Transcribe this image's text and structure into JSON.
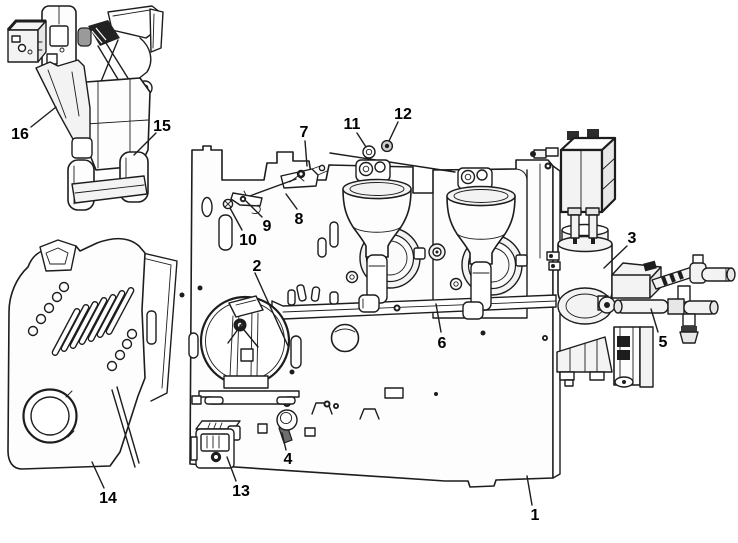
{
  "diagram": {
    "background": "#ffffff",
    "line_color": "#1d1d1d",
    "label_color": "#000000",
    "shade_light": "#f3f3f3",
    "shade_mid": "#e7e7e7"
  },
  "callouts": [
    {
      "number": "1"
    },
    {
      "number": "2"
    },
    {
      "number": "3"
    },
    {
      "number": "4"
    },
    {
      "number": "5"
    },
    {
      "number": "6"
    },
    {
      "number": "7"
    },
    {
      "number": "8"
    },
    {
      "number": "9"
    },
    {
      "number": "10"
    },
    {
      "number": "11"
    },
    {
      "number": "12"
    },
    {
      "number": "13"
    },
    {
      "number": "14"
    },
    {
      "number": "15"
    },
    {
      "number": "16"
    }
  ]
}
